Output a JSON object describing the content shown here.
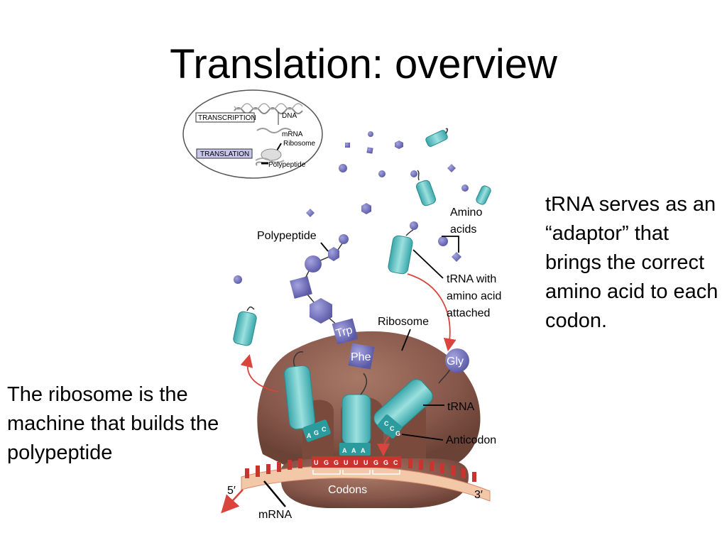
{
  "title": "Translation: overview",
  "right_text": "tRNA serves as an “adaptor” that brings the correct amino acid to each codon.",
  "left_text": "The ribosome is the machine that builds the polypeptide",
  "inset": {
    "transcription": "TRANSCRIPTION",
    "translation": "TRANSLATION",
    "dna": "DNA",
    "mrna": "mRNA",
    "ribosome": "Ribosome",
    "polypeptide": "Polypeptide"
  },
  "labels": {
    "amino_acids_1": "Amino",
    "amino_acids_2": "acids",
    "polypeptide": "Polypeptide",
    "trna_attached_1": "tRNA with",
    "trna_attached_2": "amino acid",
    "trna_attached_3": "attached",
    "ribosome": "Ribosome",
    "trna": "tRNA",
    "anticodon": "Anticodon",
    "codons": "Codons",
    "mrna": "mRNA",
    "five_prime": "5′",
    "three_prime": "3′"
  },
  "amino_acid_tags": {
    "trp": "Trp",
    "phe": "Phe",
    "gly": "Gly"
  },
  "anticodons": {
    "left": [
      "A",
      "G",
      "C"
    ],
    "middle": [
      "A",
      "A",
      "A"
    ],
    "right": [
      "C",
      "C",
      "G"
    ]
  },
  "codon_sequence": [
    "U",
    "G",
    "G",
    "U",
    "U",
    "U",
    "G",
    "G",
    "C"
  ],
  "colors": {
    "ribosome": "#8a5a48",
    "trna": "#62c4c6",
    "amino_acid": "#6b6ab5",
    "mrna_strand": "#c9342f",
    "arrow": "#d9443c"
  }
}
